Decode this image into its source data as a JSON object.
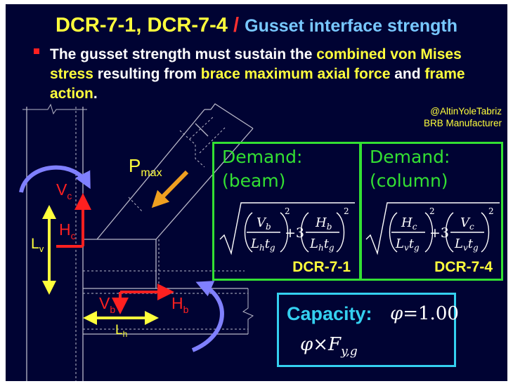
{
  "title": {
    "main": "DCR-7-1, DCR-7-4",
    "separator": "/",
    "subtitle": "Gusset interface strength"
  },
  "bullet": {
    "p1": "The gusset strength must sustain the ",
    "h1": "combined von Mises stress",
    "p2": " resulting from ",
    "h2": "brace maximum axial force",
    "p3": " and ",
    "h3": "frame action",
    "p4": "."
  },
  "credit": {
    "line1": "@AltinYoleTabriz",
    "line2": "BRB Manufacturer"
  },
  "diagram_labels": {
    "vc": "V",
    "vc_sub": "c",
    "hc": "H",
    "hc_sub": "c",
    "lv": "L",
    "lv_sub": "v",
    "vb": "V",
    "vb_sub": "b",
    "hb": "H",
    "hb_sub": "b",
    "lh": "L",
    "lh_sub": "h",
    "pmax": "P",
    "pmax_sub": "max"
  },
  "demand_beam": {
    "header1": "Demand:",
    "header2": "(beam)",
    "code": "DCR-7-1",
    "t1_num": "V",
    "t1_num_sub": "b",
    "t1_den": "L",
    "t1_den_sub1": "h",
    "t1_den_t": "t",
    "t1_den_sub2": "g",
    "t2_num": "H",
    "t2_num_sub": "b",
    "t2_den": "L",
    "t2_den_sub1": "h",
    "t2_den_t": "t",
    "t2_den_sub2": "g",
    "exp": "2",
    "plus3": "+3"
  },
  "demand_column": {
    "header1": "Demand:",
    "header2": "(column)",
    "code": "DCR-7-4",
    "t1_num": "H",
    "t1_num_sub": "c",
    "t1_den": "L",
    "t1_den_sub1": "v",
    "t1_den_t": "t",
    "t1_den_sub2": "g",
    "t2_num": "V",
    "t2_num_sub": "c",
    "t2_den": "L",
    "t2_den_sub1": "v",
    "t2_den_t": "t",
    "t2_den_sub2": "g",
    "exp": "2",
    "plus3": "+3"
  },
  "capacity": {
    "label": "Capacity:",
    "phi": "φ",
    "equals": "=",
    "phi_value": "1.00",
    "times": "×",
    "F": "F",
    "F_sub": "y,g"
  },
  "colors": {
    "background": "#000333",
    "title_yellow": "#ffff3c",
    "title_blue": "#78c8ff",
    "force_red": "#ff2020",
    "dimension_yellow": "#ffff3c",
    "moment_arrow": "#8080ff",
    "demand_box": "#33e033",
    "capacity_box": "#34d0f0",
    "brace_arrow": "#f0a020"
  }
}
